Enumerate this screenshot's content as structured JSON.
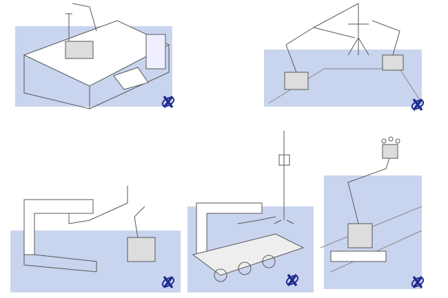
{
  "colors": {
    "background": "#ffffff",
    "panel_blue": "#c9d4ee",
    "sketch_line": "#555555",
    "logo_blue": "#1e2b8f"
  },
  "panels": [
    {
      "subject": "robot-cell-table",
      "logo": "x-logo"
    },
    {
      "subject": "twin-robots-measuring-target",
      "logo": "x-logo"
    },
    {
      "subject": "robot-measuring-fixture",
      "logo": "x-logo"
    },
    {
      "subject": "mobile-platform-tower",
      "logo": "x-logo"
    },
    {
      "subject": "robot-on-rail-with-probe",
      "logo": "x-logo"
    }
  ]
}
